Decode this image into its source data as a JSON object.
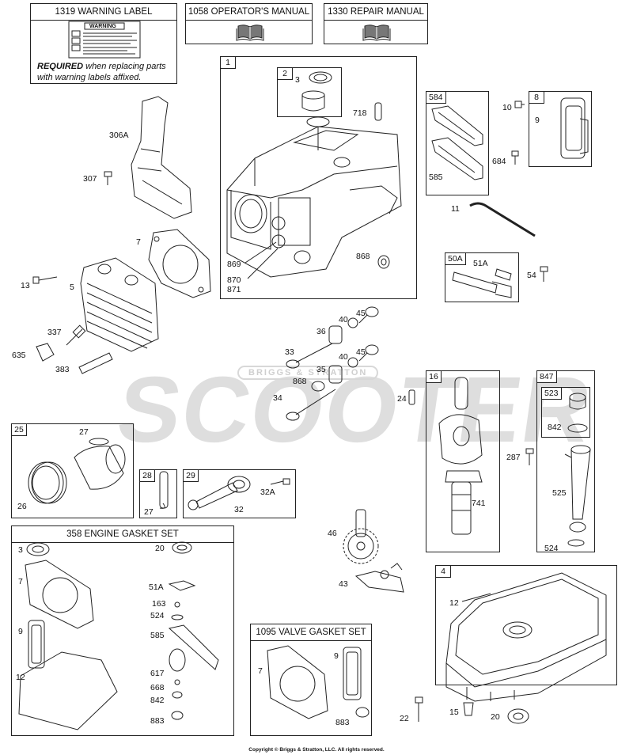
{
  "top_boxes": {
    "warning_label": "1319 WARNING LABEL",
    "warning_sticker": "WARNING",
    "warning_required": "REQUIRED",
    "warning_text": "when replacing parts with warning labels affixed.",
    "operators_manual": "1058 OPERATOR'S MANUAL",
    "repair_manual": "1330 REPAIR MANUAL"
  },
  "boxes": {
    "b1": "1",
    "b2": "2",
    "b584": "584",
    "b8": "8",
    "b50a": "50A",
    "b25": "25",
    "b28": "28",
    "b29": "29",
    "b16": "16",
    "b847": "847",
    "b523": "523",
    "b4": "4"
  },
  "gasket_set": {
    "title": "358 ENGINE GASKET SET"
  },
  "valve_gasket_set": {
    "title": "1095 VALVE GASKET SET"
  },
  "labels": {
    "l306a": "306A",
    "l307": "307",
    "l7": "7",
    "l13": "13",
    "l5": "5",
    "l337": "337",
    "l635": "635",
    "l383": "383",
    "l3": "3",
    "l718": "718",
    "l869": "869",
    "l870": "870",
    "l871": "871",
    "l868a": "868",
    "l9a": "9",
    "l10": "10",
    "l684": "684",
    "l585a": "585",
    "l11": "11",
    "l51a": "51A",
    "l54": "54",
    "l45a": "45",
    "l40a": "40",
    "l36": "36",
    "l33": "33",
    "l40b": "40",
    "l45b": "45",
    "l35": "35",
    "l868b": "868",
    "l34": "34",
    "l24": "24",
    "l741": "741",
    "l287": "287",
    "l842a": "842",
    "l525": "525",
    "l524a": "524",
    "l27a": "27",
    "l26": "26",
    "l27b": "27",
    "l32a": "32A",
    "l32": "32",
    "l46": "46",
    "l43": "43",
    "g3": "3",
    "g7": "7",
    "g9": "9",
    "g12": "12",
    "g20": "20",
    "g51a": "51A",
    "g163": "163",
    "g524": "524",
    "g585": "585",
    "g617": "617",
    "g668": "668",
    "g842": "842",
    "g883": "883",
    "v7": "7",
    "v9": "9",
    "v883": "883",
    "l12": "12",
    "l22": "22",
    "l15": "15",
    "l20": "20"
  },
  "watermark": {
    "main": "SCOOTER",
    "sub": "BRIGGS & STRATTON"
  },
  "footer": {
    "copyright": "Copyright © Briggs & Stratton, LLC. All rights reserved."
  }
}
